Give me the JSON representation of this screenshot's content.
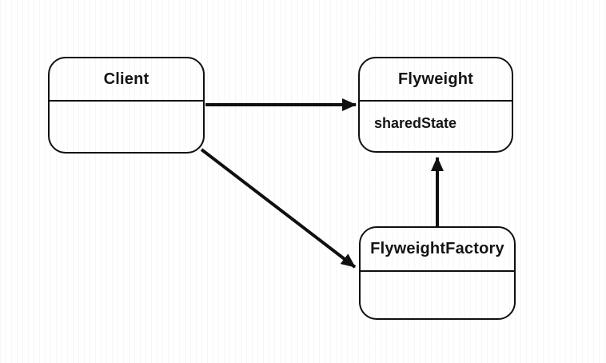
{
  "diagram": {
    "type": "uml-class-diagram",
    "pattern_name": "Flyweight",
    "colors": {
      "stroke": "#101010",
      "background": "#ffffff"
    },
    "nodes": [
      {
        "id": "client",
        "title": "Client",
        "attributes": []
      },
      {
        "id": "flyweight",
        "title": "Flyweight",
        "attributes": [
          "sharedState"
        ]
      },
      {
        "id": "flyweight-factory",
        "title": "FlyweightFactory",
        "attributes": []
      }
    ],
    "edges": [
      {
        "from": "client",
        "to": "flyweight",
        "style": "solid-arrow"
      },
      {
        "from": "client",
        "to": "flyweight-factory",
        "style": "solid-arrow"
      },
      {
        "from": "flyweight-factory",
        "to": "flyweight",
        "style": "solid-arrow"
      }
    ]
  }
}
